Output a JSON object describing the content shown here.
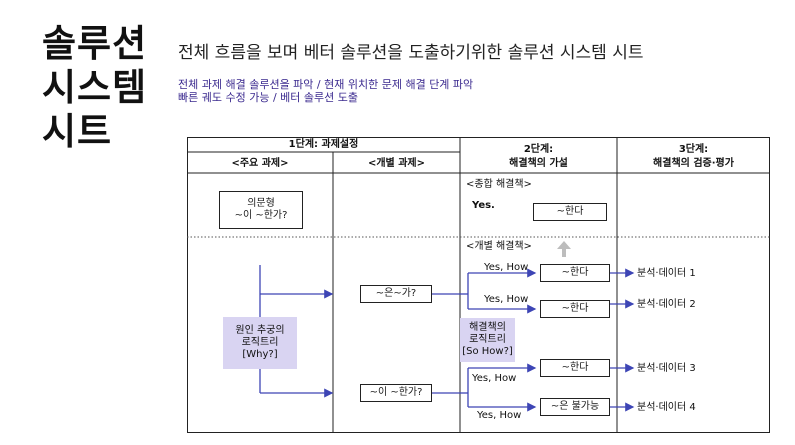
{
  "title_lines": [
    "솔루션",
    "시스템",
    "시트"
  ],
  "headline": "전체 흐름을 보며 베터 솔루션을 도출하기위한 솔루션 시스템 시트",
  "subtitle_lines": [
    "전체 과제 해결 솔루션을 파악 / 현재 위치한 문제 해결 단계 파악",
    "빠른 궤도 수정 가능 / 베터 솔루션 도출"
  ],
  "table": {
    "stage1": "1단계: 과제설정",
    "col_main_task": "<주요 과제>",
    "col_individual_task": "<개별 과제>",
    "stage2_line1": "2단계:",
    "stage2_line2": "해결책의 가설",
    "stage3_line1": "3단계:",
    "stage3_line2": "해결책의 검증·평가"
  },
  "question_box": {
    "line1": "의문형",
    "line2": "~이 ~한가?"
  },
  "comprehensive": {
    "label": "<종합 해결책>",
    "yes": "Yes.",
    "answer": "~한다"
  },
  "individual": {
    "label": "<개별 해결책>"
  },
  "logic_tree_why": {
    "line1": "원인 추궁의",
    "line2": "로직트리",
    "line3": "[Why?]"
  },
  "logic_tree_how": {
    "line1": "해결책의",
    "line2": "로직트리",
    "line3": "[So How?]"
  },
  "tasks": [
    "~은~가?",
    "~이 ~한가?"
  ],
  "yes_how": "Yes, How",
  "solutions": [
    "~한다",
    "~한다",
    "~한다",
    "~은 불가능"
  ],
  "analysis": [
    "분석·데이터 1",
    "분석·데이터 2",
    "분석·데이터 3",
    "분석·데이터 4"
  ],
  "colors": {
    "arrow": "#3d45b5",
    "logic_tree_bg": "#d9d4f2",
    "up_arrow": "#bdbdbd"
  }
}
